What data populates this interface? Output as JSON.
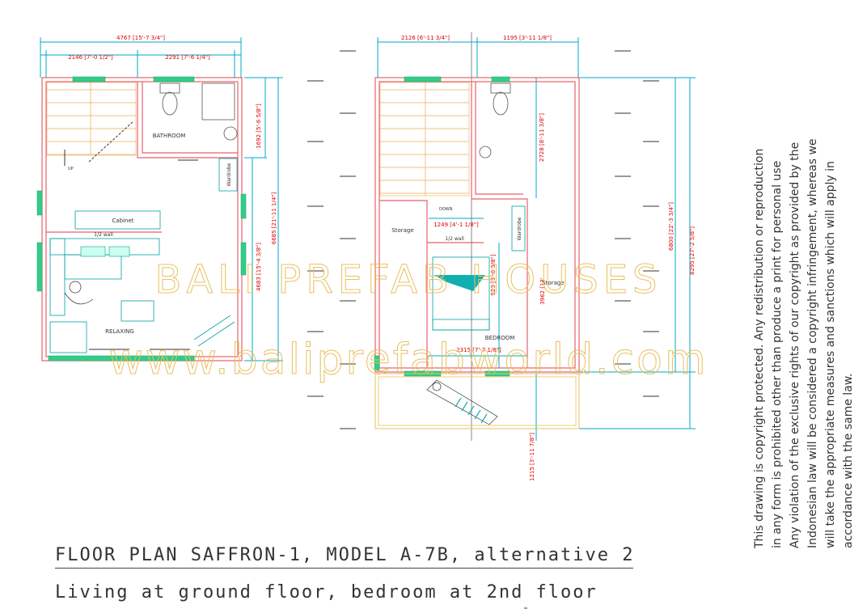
{
  "ground_floor": {
    "dim_total": "4767 [15'-7 3/4\"]",
    "dim_left": "2146 [7'-0 1/2\"]",
    "dim_right": "2291 [7'-6 1/4\"]",
    "dim_bath_v": "1692 [5'-6 5/8\"]",
    "dim_total_v": "6685 [21'-11 1/4\"]",
    "dim_living_v": "4683 [15'-4 3/8\"]",
    "room_bathroom": "BATHROOM",
    "room_wardrobe": "Wardrobe",
    "room_cabinet": "Cabinet",
    "half_wall": "1/2 wall",
    "room_relaxing": "RELAXING",
    "stair_up": "UP"
  },
  "upper_floor": {
    "dim_left": "2126 [6'-11 3/4\"]",
    "dim_right": "1195 [3'-11 1/8\"]",
    "dim_bath_v": "2728 [8'-11 3/8\"]",
    "dim_total_v": "6800 [22'-3 3/4\"]",
    "dim_outer_v": "8295 [27'-2 5/8\"]",
    "dim_storage_h": "1249 [4'-1 1/8\"]",
    "dim_923": "923 [3'-0 3/8\"]",
    "dim_3962": "3962 [13'",
    "dim_bedroom_h": "2315 [7'-7 1/8\"]",
    "dim_balcony_v": "1215 [3'-11 7/8\"]",
    "room_storage_left": "Storage",
    "room_storage_right": "Storage",
    "room_wardrobe": "Wardrobe",
    "room_bedroom": "BEDROOM",
    "half_wall": "1/2 wall",
    "stair_down": "DOWN"
  },
  "watermark": {
    "text1": "BALI PREFAB HOUSES",
    "text2": "www.baliprefabworld.com"
  },
  "title": {
    "line1": "FLOOR PLAN SAFFRON-1, MODEL A-7B, alternative 2",
    "line2": "Living at ground floor, bedroom at 2nd floor"
  },
  "copyright": {
    "line1": "This drawing is copyright protected. Any redistribution or reproduction",
    "line2": "in any form is prohibited other than produce a print for personal use",
    "line3": "Any violation of the exclusive rights of our copyright as provided by the",
    "line4": "Indonesian law will be considered a copyright infringement, whereas we",
    "line5": "will take the appropriate measures and sanctions which will apply in",
    "line6": "accordance with the same law."
  },
  "colors": {
    "wall": "#e8606a",
    "dimension": "#00a8c8",
    "dim_text": "#e00000",
    "watermark": "#e8c060",
    "furniture": "#00a0a0"
  }
}
